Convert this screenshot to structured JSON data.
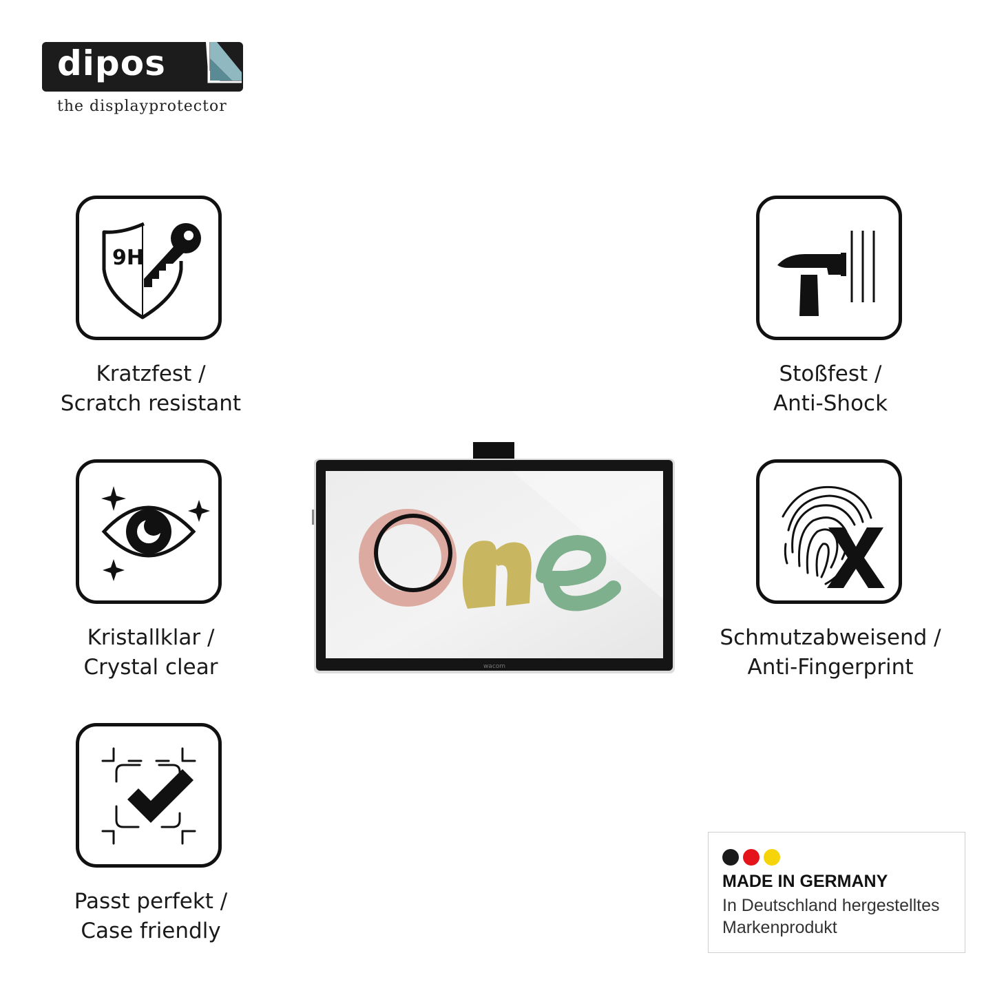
{
  "brand": {
    "name": "dipos",
    "tagline": "the displayprotector"
  },
  "features": [
    {
      "icon": "shield-key-icon",
      "badge": "9H",
      "line1": "Kratzfest /",
      "line2": "Scratch resistant"
    },
    {
      "icon": "hammer-icon",
      "line1": "Stoßfest /",
      "line2": "Anti-Shock"
    },
    {
      "icon": "eye-icon",
      "line1": "Kristallklar /",
      "line2": "Crystal clear"
    },
    {
      "icon": "fingerprint-x-icon",
      "line1": "Schmutzabweisend /",
      "line2": "Anti-Fingerprint"
    },
    {
      "icon": "frame-check-icon",
      "line1": "Passt perfekt /",
      "line2": "Case friendly"
    }
  ],
  "tablet": {
    "screen_text": "One",
    "bezel_brand": "wacom"
  },
  "made_in": {
    "flag_colors": [
      "#1a1a1a",
      "#e5141b",
      "#f6d40a"
    ],
    "title": "MADE IN GERMANY",
    "line1": "In Deutschland hergestelltes",
    "line2": "Markenprodukt"
  }
}
